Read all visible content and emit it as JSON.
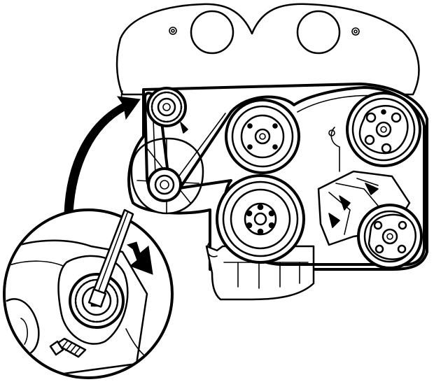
{
  "diagram": {
    "colors": {
      "ink": "#000000",
      "paper": "#ffffff"
    },
    "components": [
      "engine-cover",
      "timing-cover",
      "belt-tensioner-pulley",
      "idler-pulley",
      "alternator-pulley",
      "crankshaft-pulley",
      "power-steering-pump-pulley",
      "ac-compressor-pulley",
      "accessory-drive-belt",
      "oil-pan",
      "tensioner-detail-magnifier",
      "wrench",
      "rotation-direction-arrow",
      "callout-arrow"
    ],
    "tensioner_rotation": "clockwise"
  }
}
